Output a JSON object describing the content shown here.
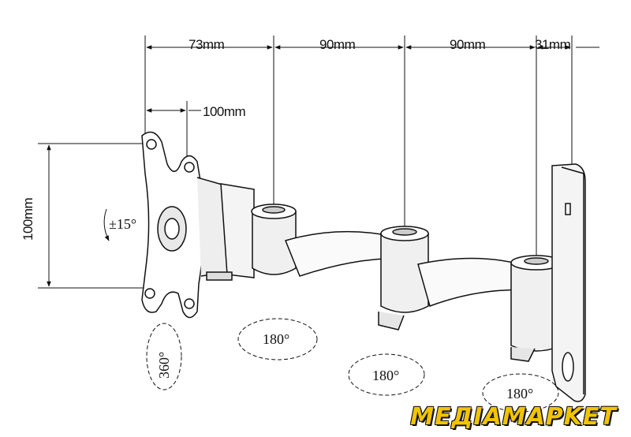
{
  "dimensions": {
    "arm_73": "73mm",
    "arm_90_a": "90mm",
    "arm_90_b": "90mm",
    "wall_31": "31mm",
    "vesa_width": "100mm",
    "vesa_height": "100mm"
  },
  "rotations": {
    "tilt": "±15°",
    "swivel_plate": "360°",
    "joint_1": "180°",
    "joint_2": "180°",
    "joint_3": "180°"
  },
  "brand": {
    "logo_text": "MEДIAMAPKET",
    "logo_color": "#f2c400"
  }
}
